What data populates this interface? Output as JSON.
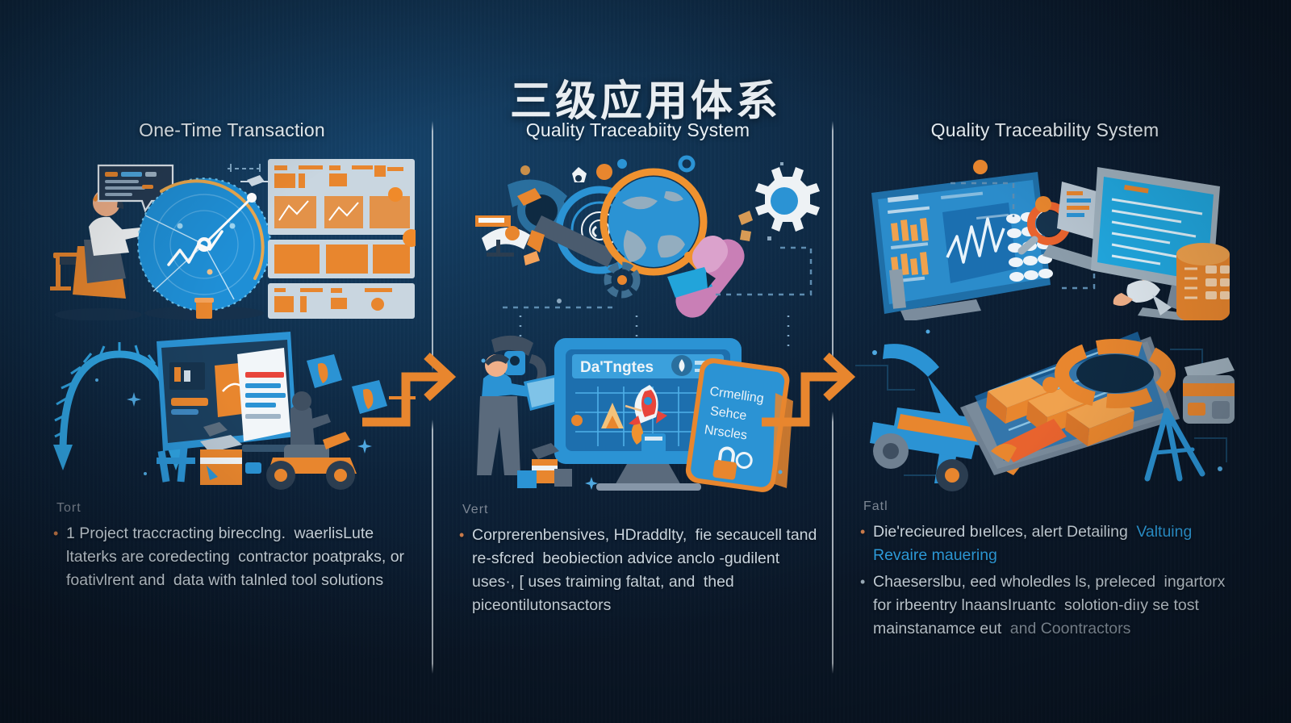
{
  "meta": {
    "title": "三级应用体系",
    "bg_deep": "#0a1728",
    "bg_mid": "#10314f",
    "accent_orange": "#e8862e",
    "accent_blue": "#2e9ede",
    "divider_color": "#e1e8ee"
  },
  "columns": [
    {
      "id": "one-time-transaction",
      "title": "One-Time Transaction",
      "kicker": "Tort",
      "bullets": [
        {
          "lines": [
            "1 Project traccracting birecclng.",
            "waerlisLute ltaterks are coredecting",
            "contractor poatpraks, or foativlrent and",
            "data with talnled tool solutions"
          ]
        }
      ]
    },
    {
      "id": "quality-traceabiity-system",
      "title": "Quality Traceabiity System",
      "kicker": "Vert",
      "bullets": [
        {
          "lines": [
            "Corprerenbensives, HDraddlty,",
            "fie secaucell tand re-sfcred",
            "beobiection advice anclo -gudilent",
            "uses·, [ uses traiming faltat, and",
            "thed piceontilutonsactors"
          ]
        }
      ]
    },
    {
      "id": "quality-traceability-system",
      "title": "Quality Traceability System",
      "kicker": "Fatl",
      "bullets": [
        {
          "lines": [
            "Die'recieured bıellces, alert Detailing",
            "Valtuing Revaire mauering"
          ],
          "highlight_line_index": 1
        },
        {
          "lines": [
            "Chaeserslbu, eed wholedles ls, preleced",
            "ingartorx for irbeentry lnaansIruantc",
            "solotion-diıy se tost mainstanamce eut",
            "and Coontractors"
          ],
          "dim_line_index": 3
        }
      ]
    }
  ],
  "artwork": {
    "col1_top": {
      "name": "analyst-radar-dashboard",
      "screen_label": "",
      "elements": [
        "seated-worker",
        "speech-bubble-panel",
        "radar-dial",
        "report-card-grid"
      ]
    },
    "col1_bottom": {
      "name": "ecommerce-workstation",
      "elements": [
        "blue-arch-arrow",
        "desktop-monitor",
        "parcel-boxes",
        "delivery-scooter-rider",
        "location-pins"
      ]
    },
    "col2_top": {
      "name": "global-search-inspection",
      "elements": [
        "magnifier-over-globe",
        "gear",
        "target-rings",
        "pill-capsule",
        "dashed-path"
      ]
    },
    "col2_bottom": {
      "name": "data-insights-presentation",
      "monitor_heading": "Da'Tngtes",
      "signboard_lines": [
        "Crmelling",
        "Sehce",
        "Nrscles"
      ],
      "elements": [
        "person-with-tablet",
        "monitor-chart",
        "rocket",
        "signboard",
        "padlock"
      ]
    },
    "col3_top": {
      "name": "dual-monitor-analytics",
      "elements": [
        "bar-chart-panel",
        "waveform-chart",
        "keypad-grid",
        "code-monitor",
        "database-cylinder"
      ]
    },
    "col3_bottom": {
      "name": "isometric-logistics-platform",
      "elements": [
        "hand-truck",
        "orange-crates",
        "ring-gauge",
        "toolbox",
        "tripod-stand"
      ]
    }
  },
  "connectors": [
    {
      "name": "flow-arrow-1",
      "from": "one-time-transaction",
      "to": "quality-traceabiity-system",
      "style": "stepped-arrow"
    },
    {
      "name": "flow-arrow-2",
      "from": "quality-traceabiity-system",
      "to": "quality-traceability-system",
      "style": "stepped-arrow"
    }
  ]
}
